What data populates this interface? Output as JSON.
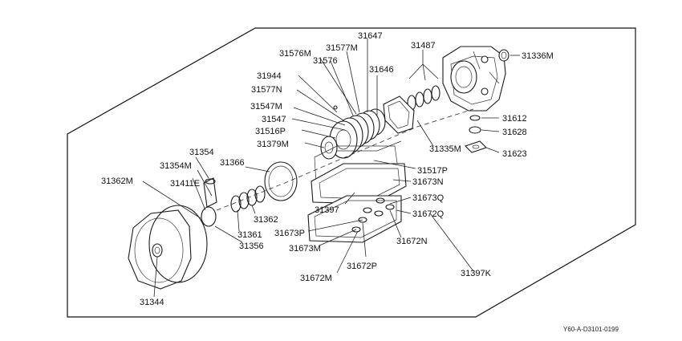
{
  "labels": {
    "p31336M": "31336M",
    "p31487": "31487",
    "p31647": "31647",
    "p31577M": "31577M",
    "p31576M": "31576M",
    "p31576": "31576",
    "p31646": "31646",
    "p31944": "31944",
    "p31577N": "31577N",
    "p31547M": "31547M",
    "p31547": "31547",
    "p31516P": "31516P",
    "p31379M": "31379M",
    "p31612": "31612",
    "p31628": "31628",
    "p31335M": "31335M",
    "p31623": "31623",
    "p31354": "31354",
    "p31354M": "31354M",
    "p31366": "31366",
    "p31517P": "31517P",
    "p31362M": "31362M",
    "p31411E": "31411E",
    "p31673N": "31673N",
    "p31673Q": "31673Q",
    "p31397": "31397",
    "p31672Q": "31672Q",
    "p31362": "31362",
    "p31361": "31361",
    "p31673P": "31673P",
    "p31356": "31356",
    "p31672N": "31672N",
    "p31673M": "31673M",
    "p31672P": "31672P",
    "p31397K": "31397K",
    "p31672M": "31672M",
    "p31344": "31344"
  },
  "footer": {
    "code": "Y60-A-D3101-0199"
  }
}
